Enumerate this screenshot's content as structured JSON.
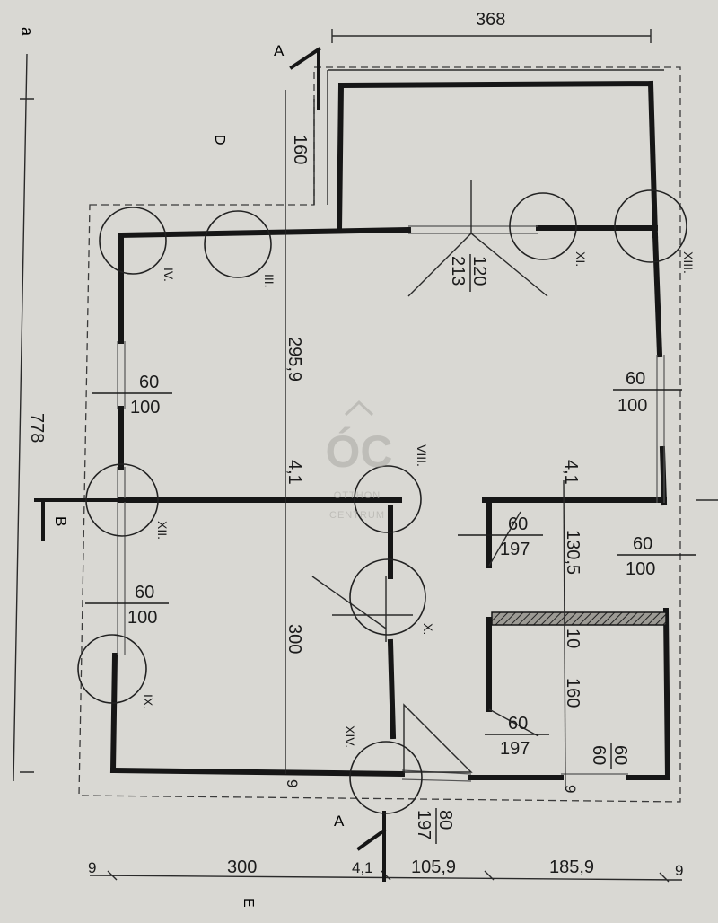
{
  "plan": {
    "side_letters": {
      "top_left": "a",
      "left_d": "D",
      "bottom": "E"
    },
    "section_markers": {
      "a_top": "A",
      "a_bottom": "A",
      "b": "B"
    },
    "overall_dims": {
      "top_width": "368",
      "left_height": "778",
      "upper_extension": "160"
    },
    "interior_dims": {
      "room_left_length": "295,9",
      "wall_left": "4,1",
      "wall_right": "4,1",
      "room_lower_left": "300",
      "right_room_a": "130,5",
      "partition": "10",
      "right_room_b": "160",
      "bottom_left_9": "9",
      "bottom_right_9": "9"
    },
    "bottom_dims": [
      "9",
      "300",
      "4,1",
      "105,9",
      "185,9",
      "9"
    ],
    "openings": {
      "door_top": {
        "w": "120",
        "h": "213"
      },
      "window_left_upper": {
        "w": "60",
        "h": "100"
      },
      "window_left_lower": {
        "w": "60",
        "h": "100"
      },
      "window_right_upper": {
        "w": "60",
        "h": "100"
      },
      "window_right_mid": {
        "w": "60",
        "h": "100"
      },
      "door_right_upper": {
        "w": "60",
        "h": "197"
      },
      "door_right_lower": {
        "w": "60",
        "h": "197"
      },
      "window_right_bottom": {
        "w": "60",
        "h": "60"
      },
      "door_bottom": {
        "w": "80",
        "h": "197"
      }
    },
    "details": [
      "IV.",
      "III.",
      "XI.",
      "XIII.",
      "VIII.",
      "XII.",
      "X.",
      "IX.",
      "XIV."
    ],
    "watermark": {
      "line1": "OTTHON",
      "line2": "CENTRUM"
    }
  }
}
